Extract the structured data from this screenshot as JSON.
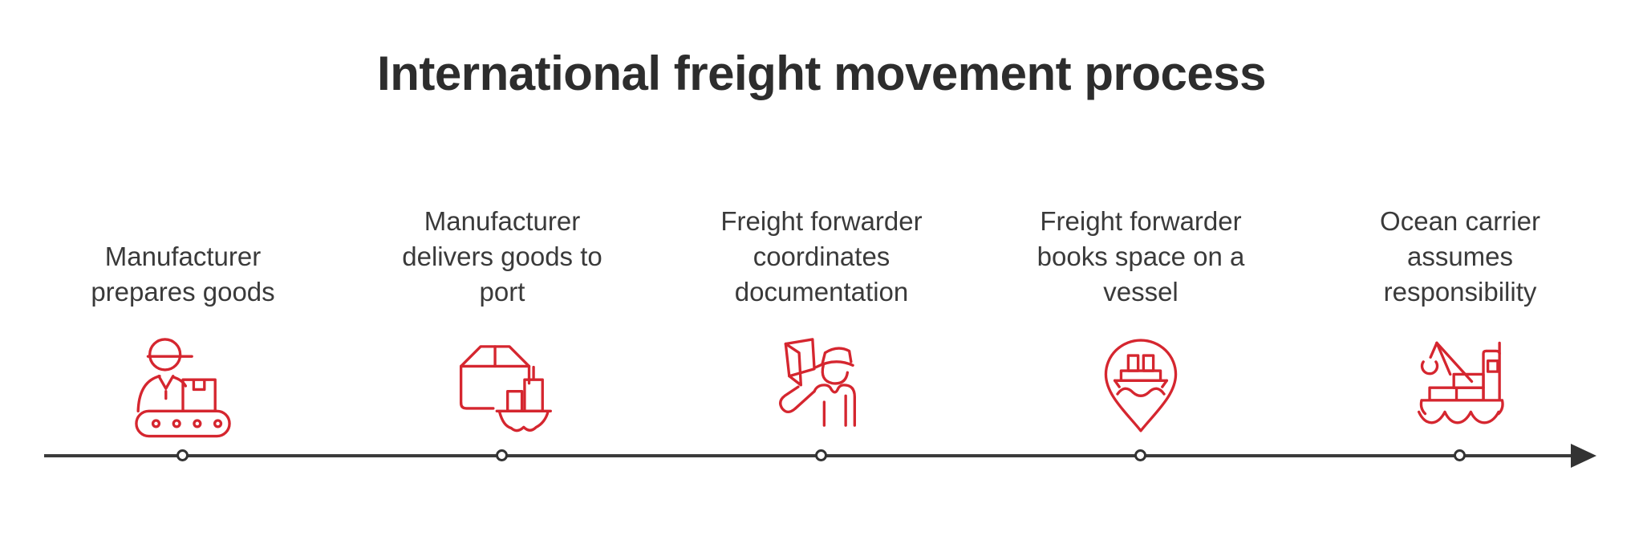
{
  "title": "International freight movement process",
  "steps": [
    {
      "label": "Manufacturer\nprepares goods",
      "icon": "worker-conveyor-icon"
    },
    {
      "label": "Manufacturer\ndelivers goods to\nport",
      "icon": "crate-and-ship-icon"
    },
    {
      "label": "Freight forwarder\ncoordinates\ndocumentation",
      "icon": "customs-officer-documents-icon"
    },
    {
      "label": "Freight forwarder\nbooks space on a\nvessel",
      "icon": "vessel-location-pin-icon"
    },
    {
      "label": "Ocean carrier\nassumes\nresponsibility",
      "icon": "crane-cargo-ship-icon"
    }
  ],
  "timeline": {
    "node_count": 5,
    "direction": "left-to-right"
  },
  "colors": {
    "accent": "#d5262f",
    "text": "#3a3a3a",
    "line": "#3b3b3b"
  }
}
